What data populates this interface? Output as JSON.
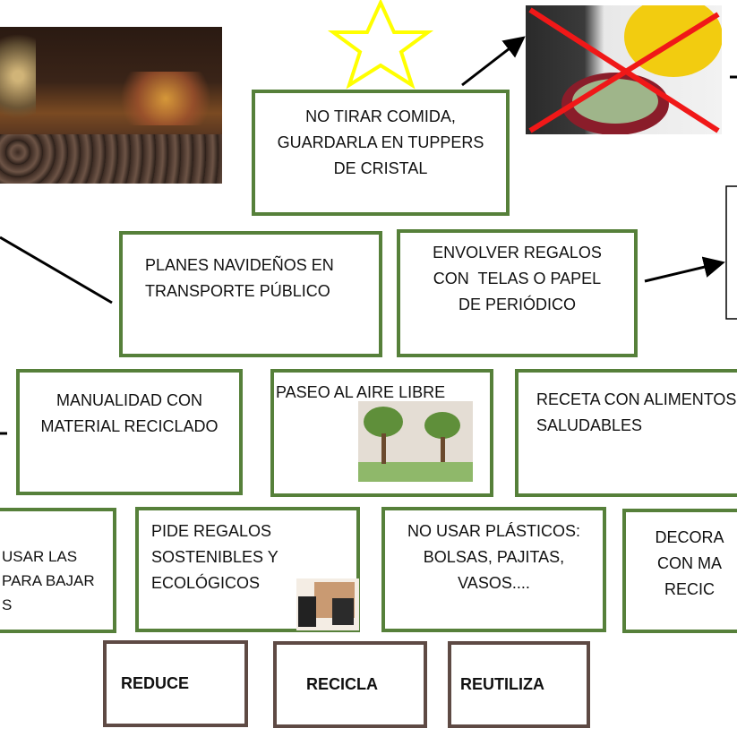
{
  "boxes": {
    "no_tirar": "NO TIRAR COMIDA,\nGUARDARLA EN TUPPERS\nDE CRISTAL",
    "planes": "PLANES NAVIDEÑOS EN\nTRANSPORTE PÚBLICO",
    "envolver": "ENVOLVER REGALOS\nCON  TELAS O PAPEL\nDE PERIÓDICO",
    "manualidad": "MANUALIDAD CON\nMATERIAL RECICLADO",
    "paseo": "PASEO AL AIRE LIBRE",
    "receta": "RECETA CON ALIMENTOS\nSALUDABLES",
    "usar": "USAR LAS\nPARA BAJAR\nS",
    "pide": "PIDE REGALOS\nSOSTENIBLES Y\nECOLÓGICOS",
    "no_usar": "NO USAR PLÁSTICOS:\nBOLSAS, PAJITAS,\nVASOS....",
    "decora": "DECORA\nCON MA\nRECIC"
  },
  "labels": {
    "reduce": "REDUCE",
    "recicla": "RECICLA",
    "reutiliza": "REUTILIZA"
  },
  "colors": {
    "green": "#56803a",
    "brown": "#5e4a44",
    "star": "#ffff00"
  }
}
